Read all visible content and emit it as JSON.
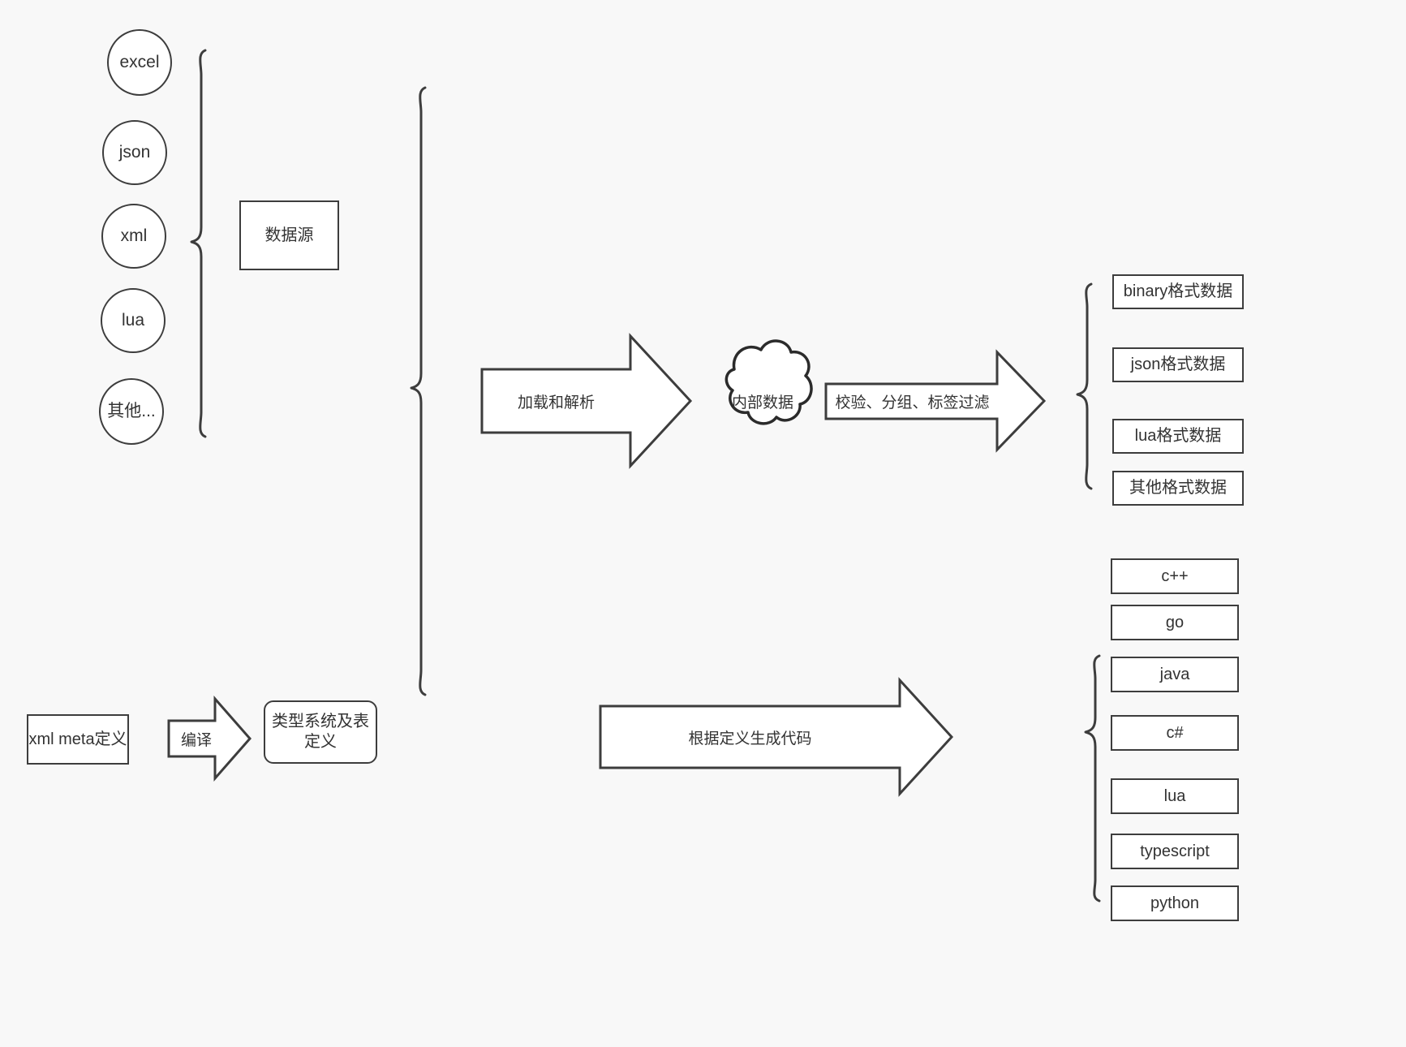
{
  "diagram": {
    "background_color": "#f8f8f8",
    "stroke_color": "#3d3d3d",
    "fill_color": "#ffffff",
    "text_color": "#333333",
    "sources": [
      {
        "label": "excel"
      },
      {
        "label": "json"
      },
      {
        "label": "xml"
      },
      {
        "label": "lua"
      },
      {
        "label": "其他..."
      }
    ],
    "source_group": {
      "label": "数据源"
    },
    "meta": {
      "definition_label": "xml meta定义",
      "compile_label": "编译",
      "type_system_label": "类型系统及表定义"
    },
    "pipeline": {
      "load_parse_label": "加载和解析",
      "internal_data_label": "内部数据",
      "filter_label": "校验、分组、标签过滤",
      "codegen_label": "根据定义生成代码"
    },
    "output_formats": [
      {
        "label": "binary格式数据"
      },
      {
        "label": "json格式数据"
      },
      {
        "label": "lua格式数据"
      },
      {
        "label": "其他格式数据"
      }
    ],
    "output_languages": [
      {
        "label": "c++"
      },
      {
        "label": "go"
      },
      {
        "label": "java"
      },
      {
        "label": "c#"
      },
      {
        "label": "lua"
      },
      {
        "label": "typescript"
      },
      {
        "label": "python"
      }
    ]
  }
}
